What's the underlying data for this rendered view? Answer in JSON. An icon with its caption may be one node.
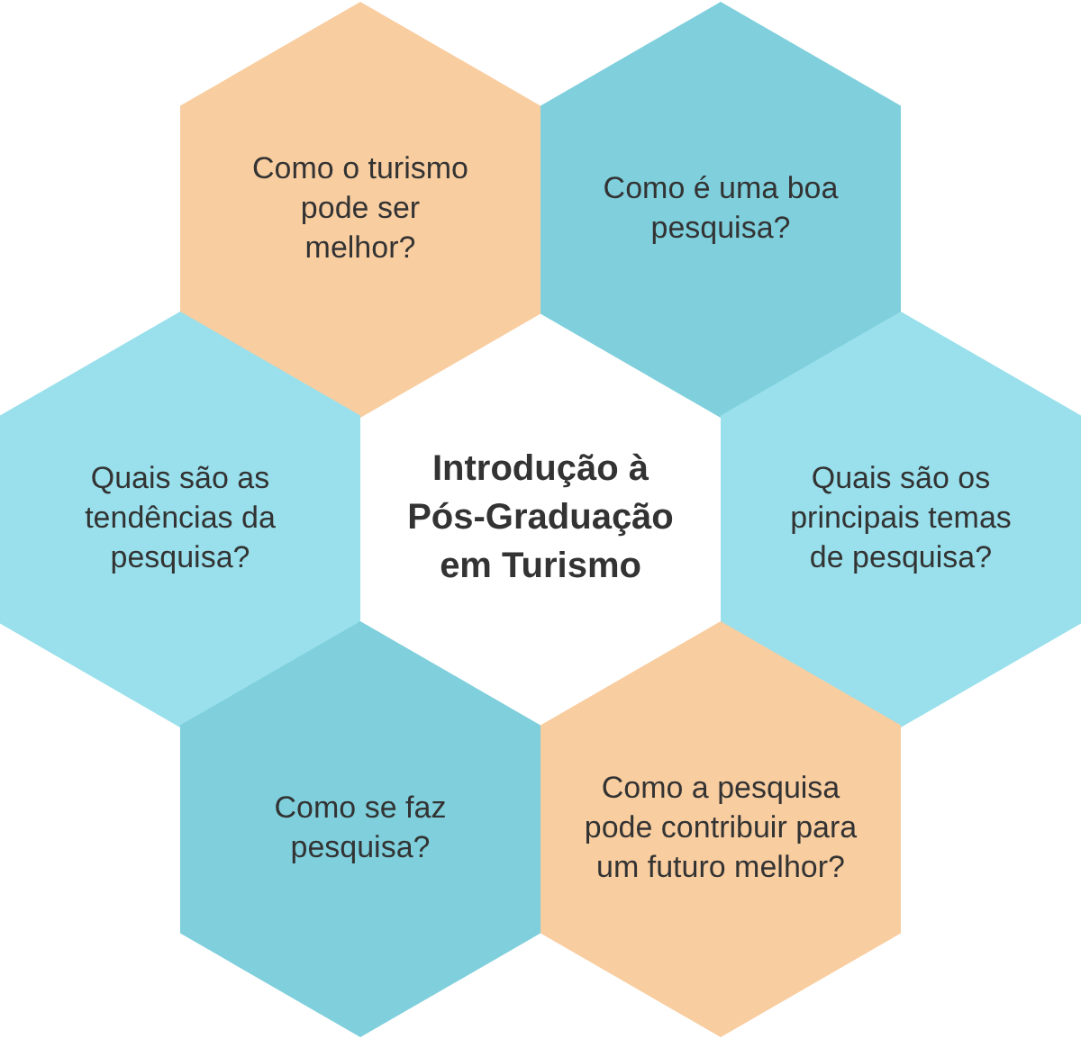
{
  "diagram": {
    "nodes": [
      {
        "text": [
          "Como o turismo pode ser melhor?"
        ]
      },
      {
        "text": [
          "Como é uma boa pesquisa?"
        ]
      },
      {
        "text": [
          "Quais são as tendências da pesquisa?"
        ]
      },
      {
        "text": [
          "Introdução à Pós-Graduação em Turismo"
        ]
      },
      {
        "text": [
          "Quais são os principais temas de pesquisa?"
        ]
      },
      {
        "text": [
          "Como se faz pesquisa?"
        ]
      },
      {
        "text": [
          "Como a pesquisa pode contribuir para um futuro melhor?"
        ]
      }
    ]
  }
}
